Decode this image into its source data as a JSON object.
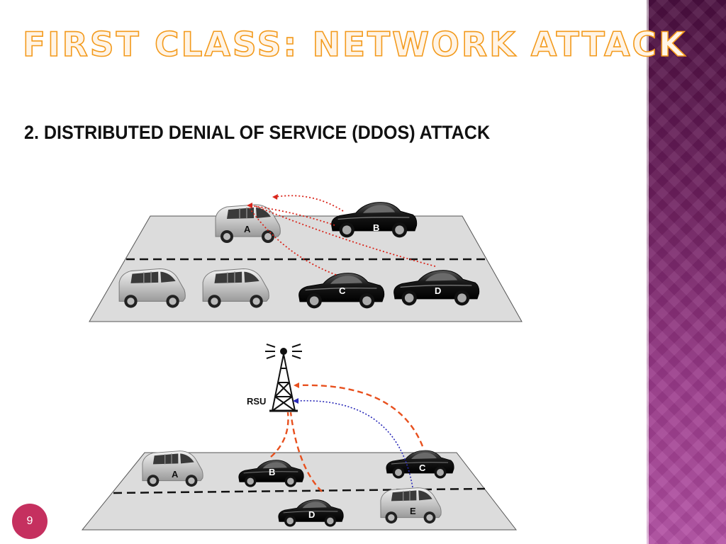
{
  "slide": {
    "title": "First Class: Network Attack",
    "subtitle": "2. Distributed Denial of Service (DDoS)  Attack",
    "page_number": "9"
  },
  "diagram_top": {
    "vehicle_labels": [
      "A",
      "B",
      "C",
      "D"
    ]
  },
  "diagram_bottom": {
    "rsu_label": "RSU",
    "vehicle_labels": [
      "A",
      "B",
      "C",
      "D",
      "E"
    ]
  },
  "colors": {
    "title_fill": "#fff4e6",
    "title_outline": "#f39a1c",
    "attack_red": "#d9261c",
    "attack_orange": "#e8501e",
    "legit_blue": "#2a2ab8",
    "road": "#dcdcdc",
    "page_badge": "#c5305f"
  }
}
